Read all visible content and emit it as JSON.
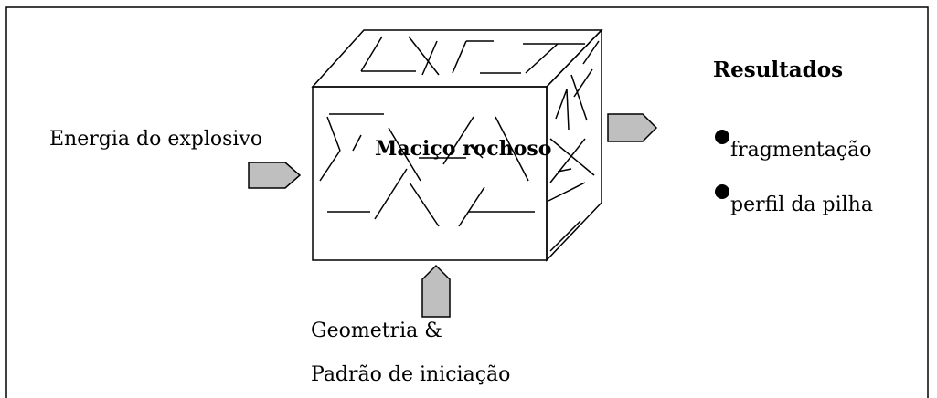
{
  "diagram": {
    "energy_label": "Energia do explosivo",
    "rock_mass_label": "Maciço rochoso",
    "results_title": "Resultados",
    "results": [
      "fragmentação",
      "perfil da pilha"
    ],
    "geometry_label": "Geometria &",
    "initiation_label": "Padrão de iniciação"
  },
  "colors": {
    "arrow_fill": "#bfbfbf",
    "line": "#000000",
    "background": "#ffffff"
  }
}
